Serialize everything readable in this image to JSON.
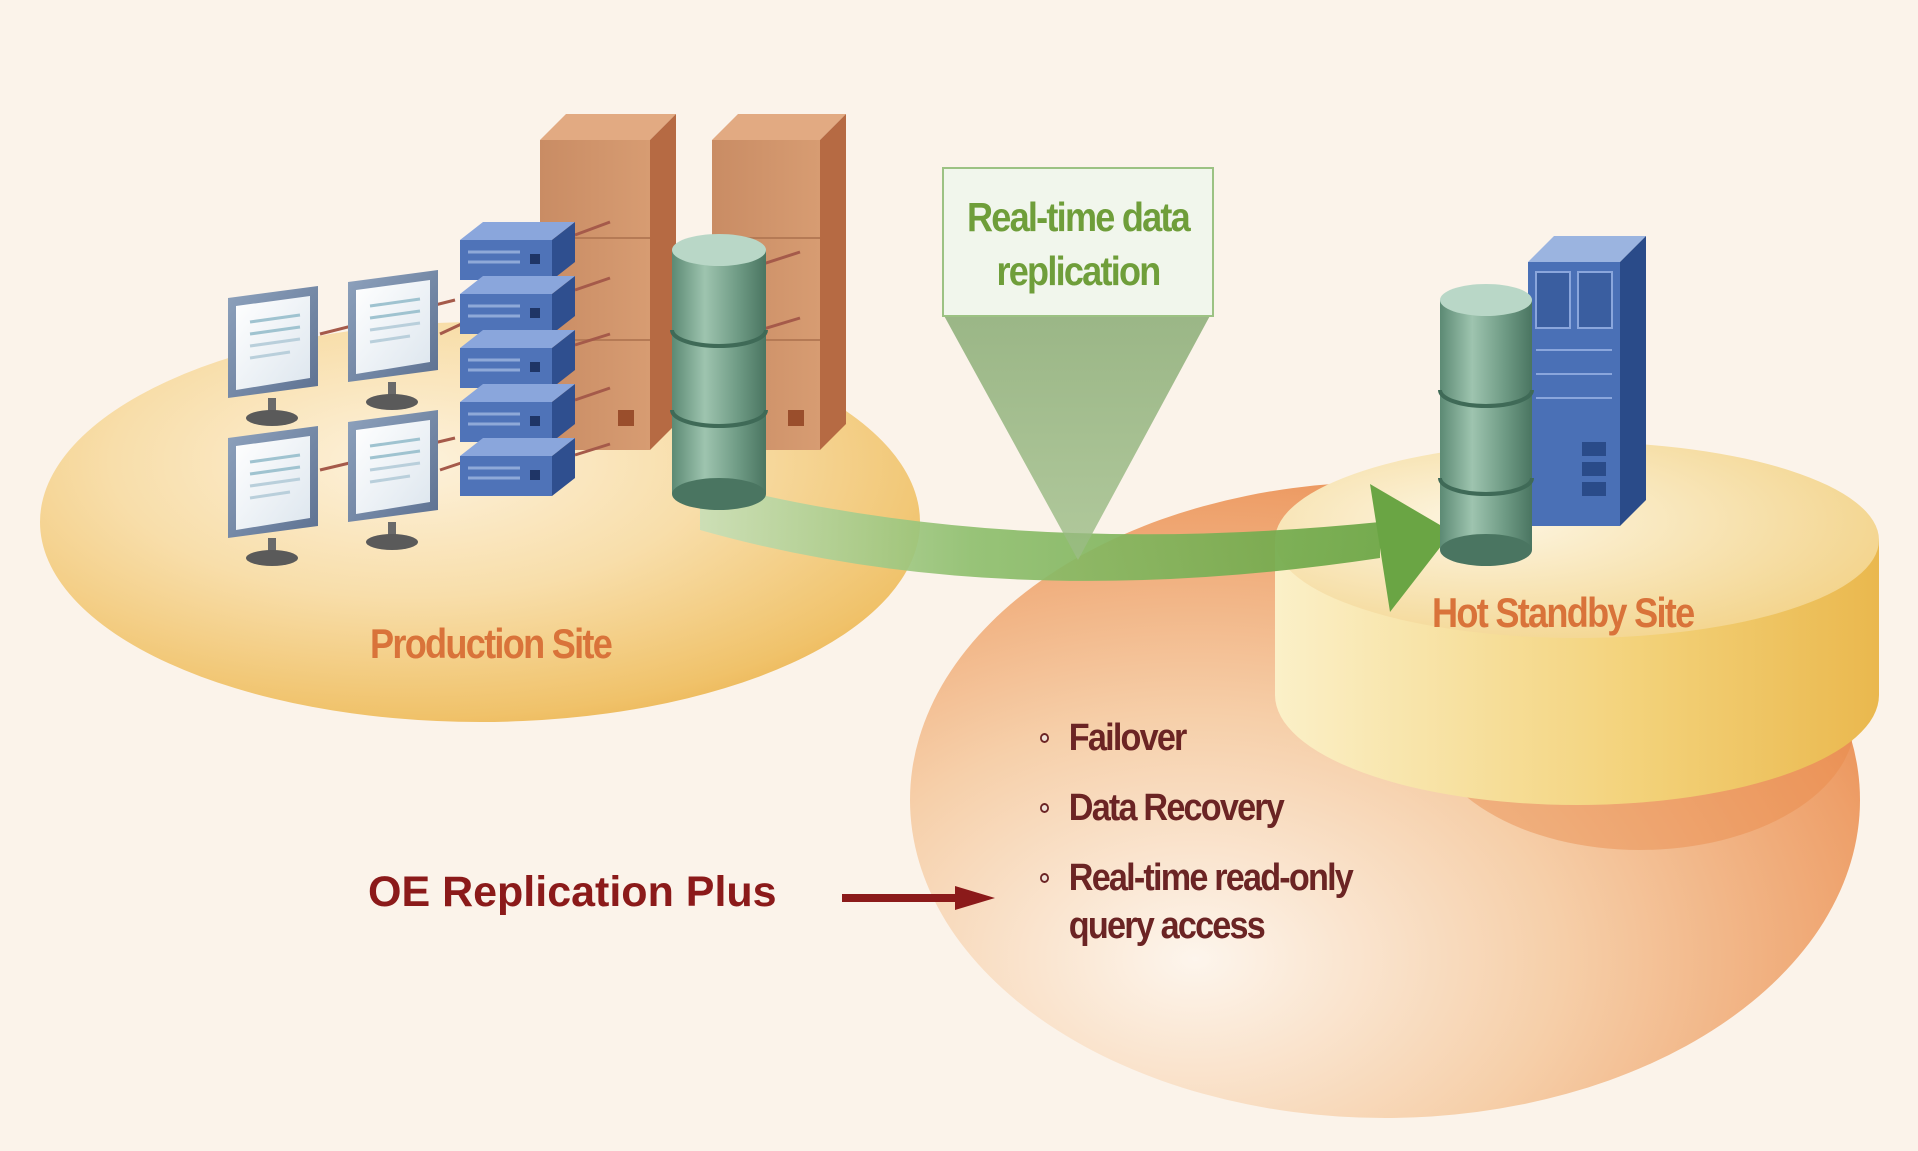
{
  "diagram": {
    "title": "",
    "callout": {
      "text": "Real-time data replication"
    },
    "production_site": {
      "label": "Production Site"
    },
    "standby_site": {
      "label": "Hot Standby Site"
    },
    "benefits": [
      "Failover",
      "Data Recovery",
      "Real-time read-only query access"
    ],
    "product_label": "OE Replication Plus",
    "colors": {
      "background": "#fbf3ea",
      "accent_green": "#6f9e3a",
      "site_label_orange": "#d9733a",
      "benefit_text": "#6b2424",
      "product_label": "#8b1a1a"
    }
  }
}
